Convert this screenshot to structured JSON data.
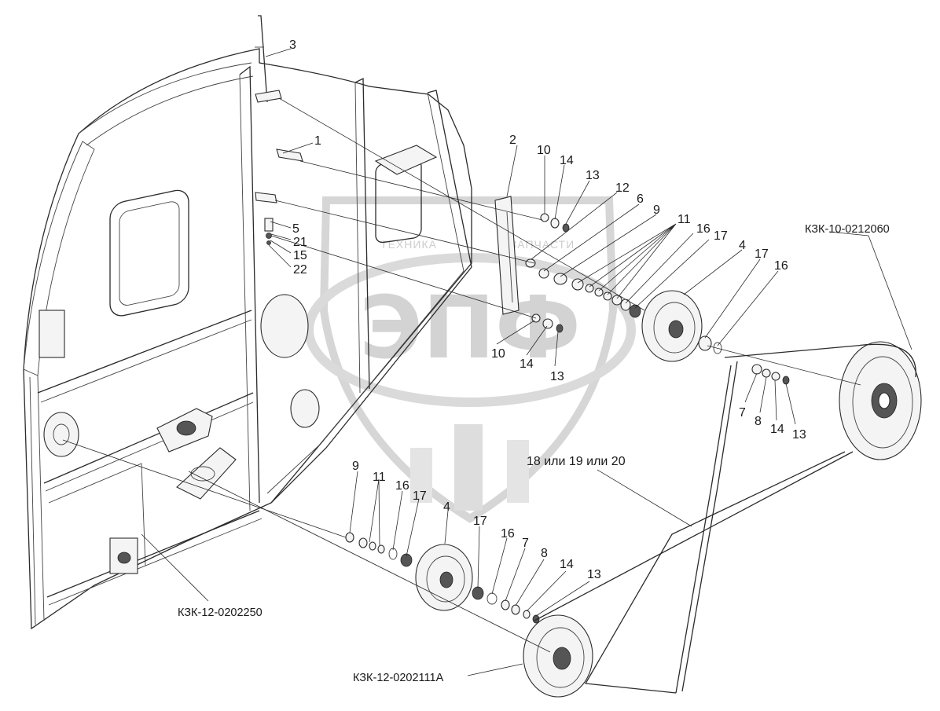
{
  "watermark": {
    "top_text_left": "ТЕХНИКА",
    "top_text_right": "ЗАПЧАСТИ",
    "logo_letters": "ЭПФ"
  },
  "labels": {
    "n1": "1",
    "n2": "2",
    "n3": "3",
    "n4a": "4",
    "n4b": "4",
    "n5": "5",
    "n6": "6",
    "n7a": "7",
    "n7b": "7",
    "n8a": "8",
    "n8b": "8",
    "n9a": "9",
    "n9b": "9",
    "n10a": "10",
    "n10b": "10",
    "n11a": "11",
    "n11b": "11",
    "n12": "12",
    "n13a": "13",
    "n13b": "13",
    "n13c": "13",
    "n13d": "13",
    "n14a": "14",
    "n14b": "14",
    "n14c": "14",
    "n14d": "14",
    "n15": "15",
    "n16a": "16",
    "n16b": "16",
    "n16c": "16",
    "n16d": "16",
    "n17a": "17",
    "n17b": "17",
    "n17c": "17",
    "n17d": "17",
    "n21": "21",
    "n22": "22",
    "belt": "18 или 19 или 20"
  },
  "assemblies": {
    "a1": "КЗК-10-0212060",
    "a2": "КЗК-12-0202250",
    "a3": "КЗК-12-0202111А"
  }
}
